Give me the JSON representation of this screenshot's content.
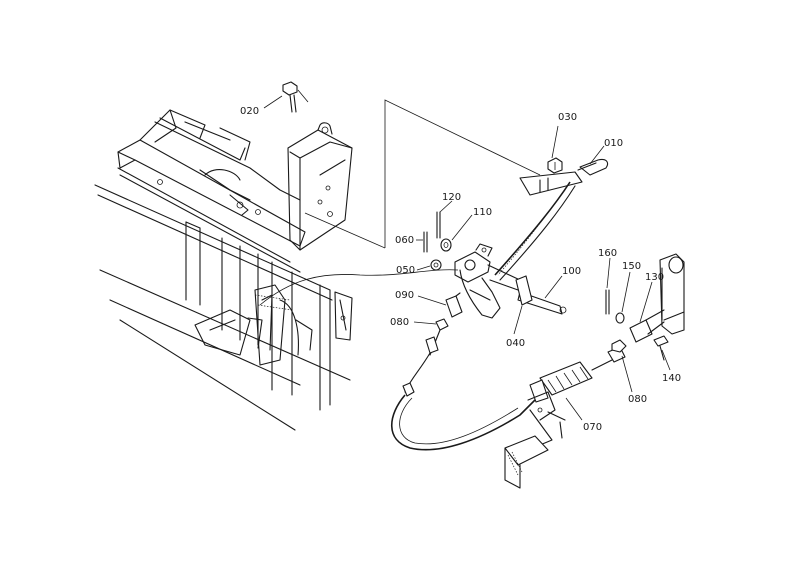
{
  "colors": {
    "ink": "#1a1a1a",
    "paper": "#ffffff"
  },
  "labels": {
    "p010": "010",
    "p020": "020",
    "p030": "030",
    "p040": "040",
    "p050": "050",
    "p060": "060",
    "p070": "070",
    "p080a": "080",
    "p080b": "080",
    "p090": "090",
    "p100": "100",
    "p110": "110",
    "p120": "120",
    "p130": "130",
    "p140": "140",
    "p150": "150",
    "p160": "160"
  }
}
